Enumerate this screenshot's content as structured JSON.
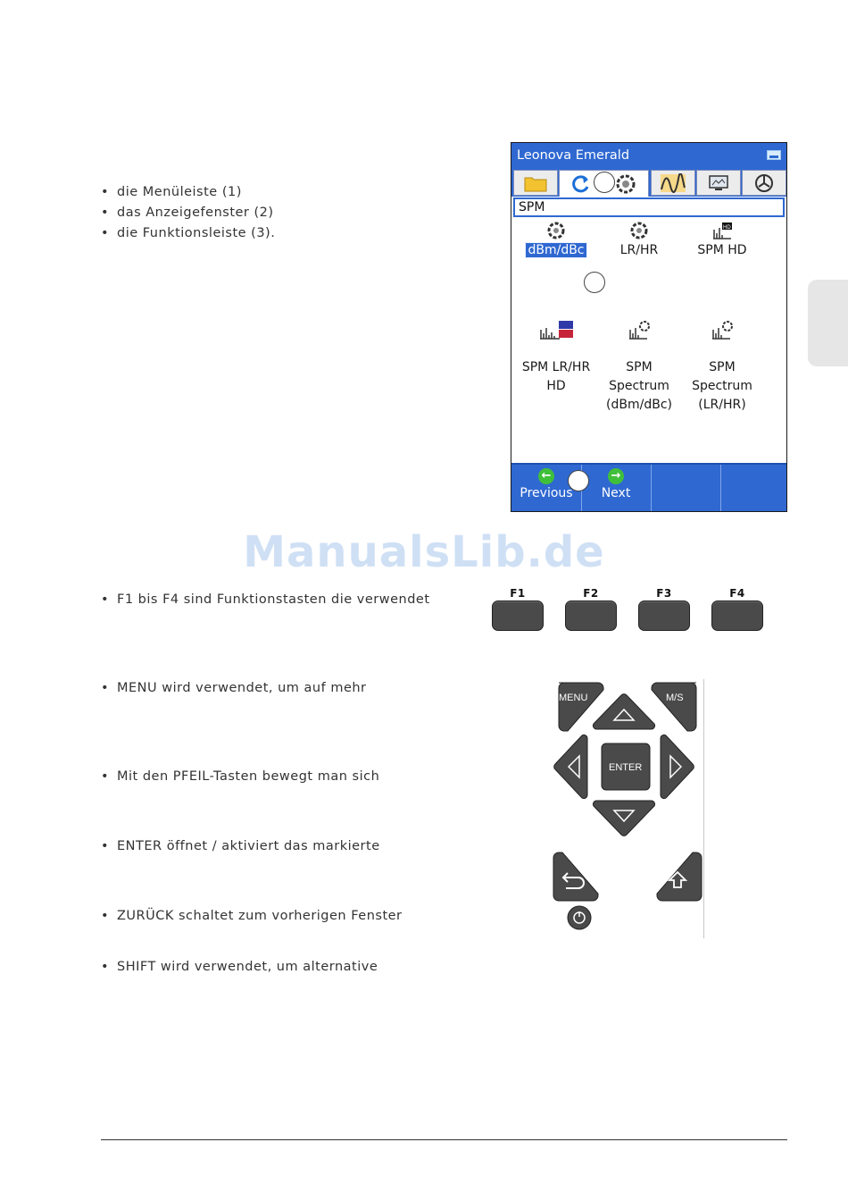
{
  "intro_list": [
    "die Menüleiste (1)",
    "das Anzeigefenster (2)",
    "die Funktionsleiste (3)."
  ],
  "device": {
    "title": "Leonova Emerald",
    "path": "SPM",
    "items": [
      {
        "label": "dBm/dBc",
        "icon": "spm-sensor-icon",
        "selected": true
      },
      {
        "label": "LR/HR",
        "icon": "spm-sensor-icon",
        "selected": false
      },
      {
        "label": "SPM HD",
        "icon": "hd-spectrum-icon",
        "selected": false
      },
      {
        "label": "SPM LR/HR\nHD",
        "icon": "lrhr-hd-spectrum-icon",
        "selected": false
      },
      {
        "label": "SPM\nSpectrum\n(dBm/dBc)",
        "icon": "spectrum-icon",
        "selected": false
      },
      {
        "label": "SPM\nSpectrum\n(LR/HR)",
        "icon": "spectrum-icon",
        "selected": false
      }
    ],
    "function_bar": {
      "previous": "Previous",
      "next": "Next"
    },
    "tab_icons": [
      "folder-icon",
      "refresh-icon",
      "spm-icon",
      "waveform-icon",
      "monitor-icon",
      "settings-dial-icon"
    ]
  },
  "function_keys": [
    "F1",
    "F2",
    "F3",
    "F4"
  ],
  "keypad": {
    "menu": "MENU",
    "ms": "M/S",
    "enter": "ENTER"
  },
  "descriptions": {
    "fkeys": "F1 bis F4 sind Funktionstasten die verwendet",
    "menu": "MENU wird verwendet, um auf mehr",
    "arrows": "Mit den PFEIL-Tasten bewegt man sich",
    "enter": "ENTER öffnet / aktiviert das markierte",
    "back": "ZURÜCK schaltet zum vorherigen Fenster",
    "shift": "SHIFT wird verwendet, um alternative"
  },
  "watermark": "ManualsLib.de"
}
